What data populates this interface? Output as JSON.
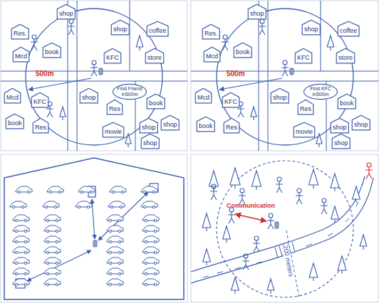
{
  "diagram": {
    "nodes": [
      {
        "text": [
          "Res."
        ]
      },
      {
        "text": [
          "shop"
        ]
      },
      {
        "text": [
          "shop"
        ]
      },
      {
        "text": [
          "coffee"
        ]
      },
      {
        "text": [
          "Mcd"
        ]
      },
      {
        "text": [
          "book"
        ]
      },
      {
        "text": [
          "KFC"
        ]
      },
      {
        "text": [
          "store"
        ]
      },
      {
        "text": [
          "Find Friend in500m"
        ]
      },
      {
        "text": [
          "Mcd"
        ]
      },
      {
        "text": [
          "KFC"
        ]
      },
      {
        "text": [
          "shop"
        ]
      },
      {
        "text": [
          "book"
        ]
      },
      {
        "text": [
          "Res"
        ]
      },
      {
        "text": [
          "Res"
        ]
      },
      {
        "text": [
          "book"
        ]
      },
      {
        "text": [
          "shop"
        ]
      },
      {
        "text": [
          "movie"
        ]
      },
      {
        "text": [
          "shop"
        ]
      },
      {
        "text": [
          "shop"
        ]
      },
      {
        "text": [
          "Res."
        ]
      },
      {
        "text": [
          "shop"
        ]
      },
      {
        "text": [
          "shop"
        ]
      },
      {
        "text": [
          "coffee"
        ]
      },
      {
        "text": [
          "Mcd"
        ]
      },
      {
        "text": [
          "book"
        ]
      },
      {
        "text": [
          "KFC"
        ]
      },
      {
        "text": [
          "store"
        ]
      },
      {
        "text": [
          "Find KFC in500m"
        ]
      },
      {
        "text": [
          "Mcd"
        ]
      },
      {
        "text": [
          "KFC"
        ]
      },
      {
        "text": [
          "shop"
        ]
      },
      {
        "text": [
          "Res"
        ]
      },
      {
        "text": [
          "book"
        ]
      },
      {
        "text": [
          "shop"
        ]
      },
      {
        "text": [
          "book"
        ]
      },
      {
        "text": [
          "Res"
        ]
      },
      {
        "text": [
          "movie"
        ]
      },
      {
        "text": [
          "shop"
        ]
      },
      {
        "text": [
          "shop"
        ]
      }
    ],
    "labels": [
      "500m",
      "500m",
      "Communication",
      "200 meters"
    ]
  }
}
